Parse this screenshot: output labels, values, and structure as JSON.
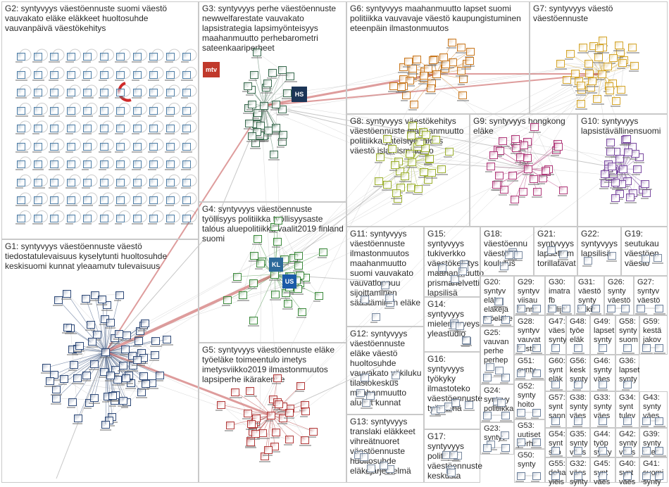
{
  "colors": {
    "G1": "#2f4a78",
    "G2": "#4f7ea6",
    "G3": "#3a6a4f",
    "G4": "#3d8a3d",
    "G5": "#b23a3a",
    "G6": "#c9781f",
    "G7": "#d4a52b",
    "G8": "#9cb030",
    "G9": "#b03a7a",
    "G10": "#7a4aa0",
    "edge": "#9a9a9a",
    "heavy_edge": "#c24a4a"
  },
  "groups": [
    {
      "id": "G2",
      "label": "G2: syntyvyys väestöennuste suomi väestö vauvakato eläke eläkkeet huoltosuhde vauvanpäivä väestökehitys"
    },
    {
      "id": "G3",
      "label": "G3: syntyvyys perhe väestöennuste newwelfarestate vauvakato lapsistrategia lapsimyönteisyys maahanmuutto perhebarometri sateenkaariperheet"
    },
    {
      "id": "G6",
      "label": "G6: syntyvyys maahanmuutto lapset suomi politiikka vauvavaje väestö kaupungistuminen eteenpäin ilmastonmuutos"
    },
    {
      "id": "G7",
      "label": "G7: syntyvyys väestö väestöennuste"
    },
    {
      "id": "G8",
      "label": "G8: syntyvyys väestökehitys väestöennuste maahanmuutto politiikka yhteistyö talous väestö islamismi turpo"
    },
    {
      "id": "G9",
      "label": "G9: syntyvyys hongkong eläke"
    },
    {
      "id": "G10",
      "label": "G10: syntyvyys lapsistävällinensuomi"
    },
    {
      "id": "G4",
      "label": "G4: syntyvyys väestöennuste työllisyys politiikka työllisyysaste talous aluepolitiikka vaalit2019 finland suomi"
    },
    {
      "id": "G1",
      "label": "G1: syntyvyys väestöennuste väestö tiedostatulevaisuus kyselytunti huoltosuhde keskisuomi kunnat yleaamutv tulevaisuus"
    },
    {
      "id": "G11",
      "label": "G11: syntyvyys väestöennuste ilmastonmuutos maahanmuutto suomi vauvakato vauvatloppuu sijoittaminen säästäminen eläke"
    },
    {
      "id": "G15",
      "label": "G15: syntyvyys tukiverkko väestökehitys maahanmuutto prismahelvetti lapsilisä"
    },
    {
      "id": "G18",
      "label": "G18: väestöennu väestö koulutus"
    },
    {
      "id": "G21",
      "label": "G21: syntyvyys lapsettom torillatavat"
    },
    {
      "id": "G22",
      "label": "G22: syntyvyys lapsilisä"
    },
    {
      "id": "G19",
      "label": "G19: seutukau väestöen väestö"
    },
    {
      "id": "G14",
      "label": "G14: syntyvyys mielenterveys yleastudio"
    },
    {
      "id": "G20",
      "label": "G20: syntyv eläke eläkejä työeläke"
    },
    {
      "id": "G29",
      "label": "G29: syntyv viisau kanna"
    },
    {
      "id": "G30",
      "label": "G30: imatra fb hiilijal"
    },
    {
      "id": "G31",
      "label": "G31: väestö synty väkilu"
    },
    {
      "id": "G26",
      "label": "G26: synty väestö"
    },
    {
      "id": "G27",
      "label": "G27: syntyv väestö"
    },
    {
      "id": "G12",
      "label": "G12: syntyvyys väestöennuste eläke väestö huoltosuhde vauvakato väkiluku tilastokeskus maahanmuutto alueet kunnat"
    },
    {
      "id": "G25",
      "label": "G25: vauvan perhe perhep"
    },
    {
      "id": "G28",
      "label": "G28: syntyv vauvat kestä"
    },
    {
      "id": "G47",
      "label": "G47: väes synty"
    },
    {
      "id": "G48",
      "label": "G48: työe eläk"
    },
    {
      "id": "G49",
      "label": "G49: lapset synty"
    },
    {
      "id": "G58",
      "label": "G58: synty suom"
    },
    {
      "id": "G59",
      "label": "G59: kestä jakov"
    },
    {
      "id": "G5",
      "label": "G5: syntyvyys väestöennuste eläke työeläke toimeentulo imetys imetysviikko2019 ilmastonmuutos lapsiperhe ikärakenne"
    },
    {
      "id": "G16",
      "label": "G16: syntyvyys työkyky ilmastoteko väestöennuste työelämä"
    },
    {
      "id": "G51",
      "label": "G51: synty"
    },
    {
      "id": "G60",
      "label": "G60: synt eläk"
    },
    {
      "id": "G56",
      "label": "G56: kesk synty"
    },
    {
      "id": "G46",
      "label": "G46: synty väes"
    },
    {
      "id": "G36",
      "label": "G36: lapset synty"
    },
    {
      "id": "G24",
      "label": "G24: syntyvy politiikka"
    },
    {
      "id": "G52",
      "label": "G52: synty hoito"
    },
    {
      "id": "G57",
      "label": "G57: synt sann"
    },
    {
      "id": "G38",
      "label": "G38: synty väes"
    },
    {
      "id": "G33",
      "label": "G33: synty väes"
    },
    {
      "id": "G34",
      "label": "G34: synt tulev"
    },
    {
      "id": "G43",
      "label": "G43: synty väes"
    },
    {
      "id": "G13",
      "label": "G13: syntyvyys translaki eläkkeet vihreätnuoret väestöennuste huoltosuhde eläkejärjestelmä"
    },
    {
      "id": "G17",
      "label": "G17: syntyvyys politiikka väestöennuste keskusta"
    },
    {
      "id": "G23",
      "label": "G23: syntyv"
    },
    {
      "id": "G53",
      "label": "G53: uutiset perhe"
    },
    {
      "id": "G54",
      "label": "G54: synt suo"
    },
    {
      "id": "G35",
      "label": "G35: synty väes"
    },
    {
      "id": "G44",
      "label": "G44: työp synty"
    },
    {
      "id": "G42",
      "label": "G42: synty väes"
    },
    {
      "id": "G39",
      "label": "G39: synty väes"
    },
    {
      "id": "G50",
      "label": "G50: synty"
    },
    {
      "id": "G55",
      "label": "G55: doha yleis"
    },
    {
      "id": "G32",
      "label": "G32: väes synty"
    },
    {
      "id": "G45",
      "label": "G45: synt väes"
    },
    {
      "id": "G40",
      "label": "G40: synt väes"
    },
    {
      "id": "G41",
      "label": "G41: suomi synty"
    }
  ],
  "logos": [
    {
      "id": "mtv",
      "text": "mtv"
    },
    {
      "id": "hs",
      "text": "HS"
    },
    {
      "id": "kl",
      "text": "KL"
    },
    {
      "id": "us",
      "text": "US"
    }
  ]
}
